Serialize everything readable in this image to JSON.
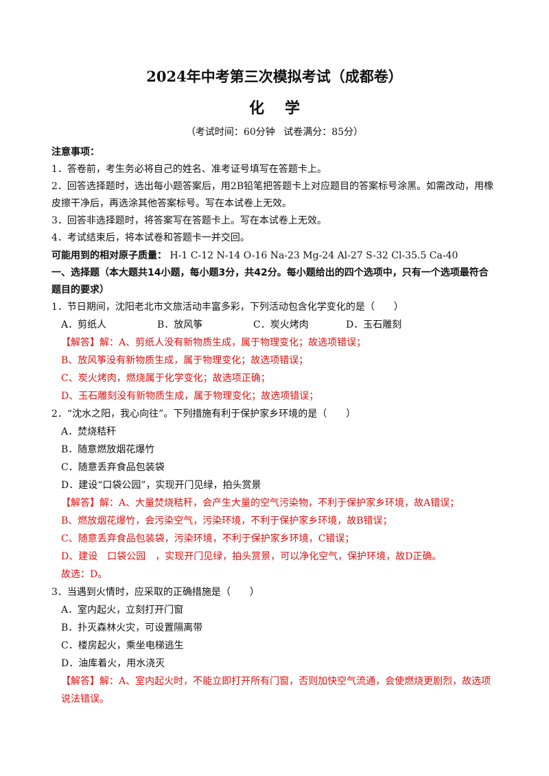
{
  "header": {
    "title": "2024年中考第三次模拟考试（成都卷）",
    "subject": "化学",
    "time_label": "（考试时间：60分钟",
    "score_label": "试卷满分：85分）"
  },
  "notes": {
    "heading": "注意事项：",
    "items": [
      "1．答卷前，考生务必将自己的姓名、准考证号填写在答题卡上。",
      "2．回答选择题时，选出每小题答案后，用2B铅笔把答题卡上对应题目的答案标号涂黑。如需改动，用橡",
      "皮擦干净后，再选涂其他答案标号。写在本试卷上无效。",
      "3．回答非选择题时，将答案写在答题卡上。写在本试卷上无效。",
      "4．考试结束后，将本试卷和答题卡一并交回。"
    ]
  },
  "atomic_masses": {
    "label": "可能用到的相对原子质量：",
    "values": "H-1 C-12 N-14 O-16 Na-23 Mg-24 Al-27 S-32 Cl-35.5 Ca-40"
  },
  "section1": {
    "line1": "一、选择题（本大题共14小题，每小题3分，共42分。每小题给出的四个选项中，只有一个选项最符合",
    "line2": "题目的要求）"
  },
  "q1": {
    "stem": "1．节日期间，沈阳老北市文旅活动丰富多彩，下列活动包含化学变化的是（　　）",
    "options": [
      "A．剪纸人",
      "B．放风筝",
      "C．炭火烤肉",
      "D．玉石雕刻"
    ],
    "answer": [
      "【解答】解：A、剪纸人没有新物质生成，属于物理变化；故选项错误；",
      "B、放风筝没有新物质生成，属于物理变化；故选项错误；",
      "C、炭火烤肉，燃烧属于化学变化；故选项正确；",
      "D、玉石雕刻没有新物质生成，属于物理变化；故选项错误；"
    ]
  },
  "q2": {
    "stem": "2．“沈水之阳，我心向往”。下列措施有利于保护家乡环境的是（　　）",
    "options": [
      "A．焚烧秸秆",
      "B．随意燃放烟花爆竹",
      "C．随意丢弃食品包装袋",
      "D．建设“口袋公园”，实现开门见绿，拍头赏景"
    ],
    "answer": [
      "【解答】解：A、大量焚烧秸秆，会产生大量的空气污染物，不利于保护家乡环境，故A错误；",
      "B、燃放烟花爆竹，会污染空气，污染环境，不利于保护家乡环境，故B错误；",
      "C、随意丢弃食品包装袋，污染环境，不利于保护家乡环境，C错误；",
      "D、建设　口袋公园　，实现开门见绿，拍头赏景，可以净化空气，保护环境，故D正确。",
      "故选：D。"
    ]
  },
  "q3": {
    "stem": "3．当遇到火情时，应采取的正确措施是（　　）",
    "options": [
      "A．室内起火，立刻打开门窗",
      "B．扑灭森林火灾，可设置隔离带",
      "C．楼房起火，乘坐电梯逃生",
      "D．油库着火，用水浇灭"
    ],
    "answer": [
      "【解答】解：A、室内起火时，不能立即打开所有门窗，否则加快空气流通，会使燃烧更剧烈，故选项",
      "说法错误。"
    ]
  },
  "colors": {
    "answer_red": "#e01010",
    "text": "#111111"
  }
}
